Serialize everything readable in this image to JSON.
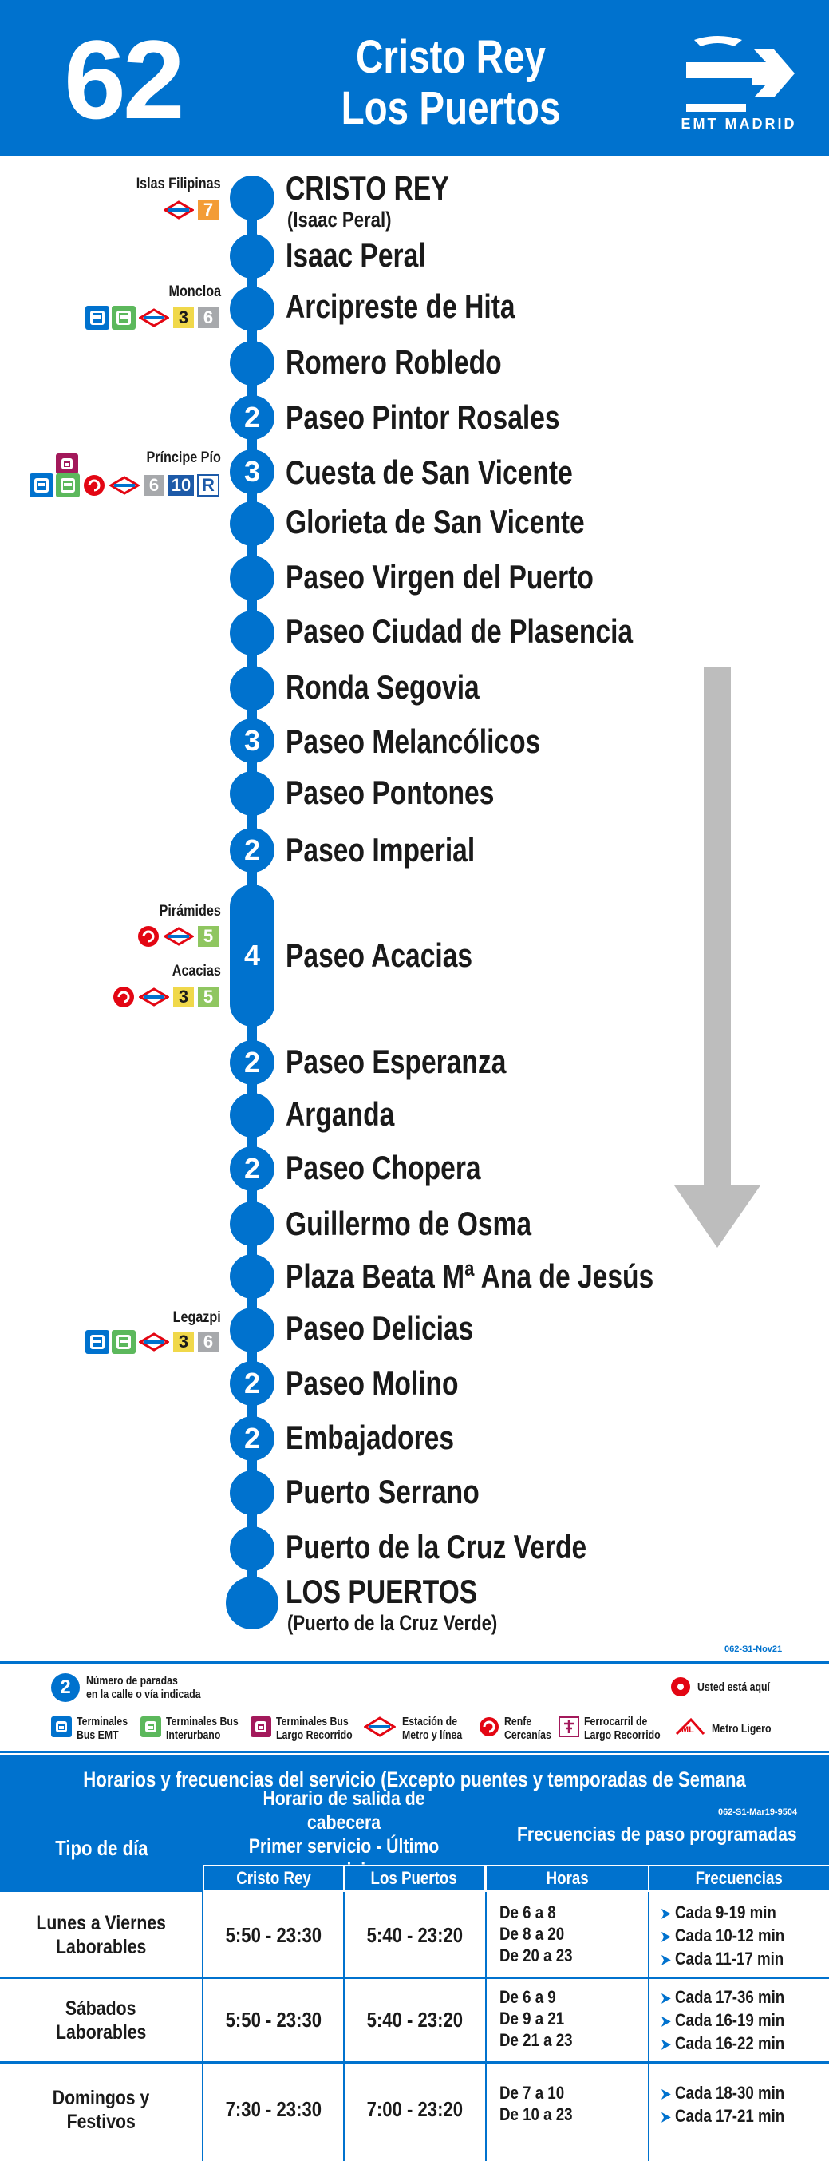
{
  "header": {
    "line_number": "62",
    "destination_1": "Cristo Rey",
    "destination_2": "Los Puertos",
    "logo_text": "EMT MADRID"
  },
  "stops": [
    {
      "name": "CRISTO REY",
      "sub": "(Isaac Peral)",
      "count": ""
    },
    {
      "name": "Isaac Peral",
      "count": ""
    },
    {
      "name": "Arcipreste de Hita",
      "count": ""
    },
    {
      "name": "Romero Robledo",
      "count": ""
    },
    {
      "name": "Paseo Pintor Rosales",
      "count": "2"
    },
    {
      "name": "Cuesta de San Vicente",
      "count": "3"
    },
    {
      "name": "Glorieta de San Vicente",
      "count": ""
    },
    {
      "name": "Paseo Virgen del Puerto",
      "count": ""
    },
    {
      "name": "Paseo Ciudad de Plasencia",
      "count": ""
    },
    {
      "name": "Ronda Segovia",
      "count": ""
    },
    {
      "name": "Paseo Melancólicos",
      "count": "3"
    },
    {
      "name": "Paseo Pontones",
      "count": ""
    },
    {
      "name": "Paseo Imperial",
      "count": "2"
    },
    {
      "name": "Paseo Acacias",
      "count": "4"
    },
    {
      "name": "Paseo Esperanza",
      "count": "2"
    },
    {
      "name": "Arganda",
      "count": ""
    },
    {
      "name": "Paseo Chopera",
      "count": "2"
    },
    {
      "name": "Guillermo de Osma",
      "count": ""
    },
    {
      "name": "Plaza Beata Mª Ana de Jesús",
      "count": ""
    },
    {
      "name": "Paseo Delicias",
      "count": ""
    },
    {
      "name": "Paseo Molino",
      "count": "2"
    },
    {
      "name": "Embajadores",
      "count": "2"
    },
    {
      "name": "Puerto Serrano",
      "count": ""
    },
    {
      "name": "Puerto de la Cruz Verde",
      "count": ""
    },
    {
      "name": "LOS PUERTOS",
      "sub": "(Puerto de la Cruz Verde)",
      "count": ""
    }
  ],
  "connections": {
    "islas_filipinas": {
      "label": "Islas Filipinas",
      "lines": [
        "7"
      ]
    },
    "moncloa": {
      "label": "Moncloa",
      "lines": [
        "3",
        "6"
      ]
    },
    "principe_pio": {
      "label": "Príncipe Pío",
      "lines": [
        "6",
        "10",
        "R"
      ]
    },
    "piramides": {
      "label": "Pirámides",
      "lines": [
        "5"
      ]
    },
    "acacias": {
      "label": "Acacias",
      "lines": [
        "3",
        "5"
      ]
    },
    "legazpi": {
      "label": "Legazpi",
      "lines": [
        "3",
        "6"
      ]
    }
  },
  "line_colors": {
    "7": "#f39c36",
    "3": "#f0d84a",
    "6": "#a7a9ac",
    "5": "#8fc660",
    "10": "#1d5aa8",
    "R": "#ffffff"
  },
  "codes": {
    "route_code": "062-S1-Nov21",
    "schedule_code": "062-S1-Mar19-9504"
  },
  "legend": {
    "stops_count_number": "2",
    "stops_count_text_1": "Número de paradas",
    "stops_count_text_2": "en la calle o vía indicada",
    "you_are_here": "Usted está aquí",
    "items": [
      {
        "l1": "Terminales",
        "l2": "Bus EMT"
      },
      {
        "l1": "Terminales Bus",
        "l2": "Interurbano"
      },
      {
        "l1": "Terminales Bus",
        "l2": "Largo Recorrido"
      },
      {
        "l1": "Estación de",
        "l2": "Metro y línea"
      },
      {
        "l1": "Renfe",
        "l2": "Cercanías"
      },
      {
        "l1": "Ferrocarril de",
        "l2": "Largo Recorrido"
      },
      {
        "l1": "Metro Ligero",
        "l2": ""
      }
    ]
  },
  "schedule": {
    "title": "Horarios y frecuencias del servicio (Excepto puentes y temporadas de Semana Santa y Verano)",
    "col_day_type": "Tipo de día",
    "col_departure_1": "Horario de salida de cabecera",
    "col_departure_2": "Primer servicio - Último servicio",
    "col_freq": "Frecuencias de paso programadas",
    "sub_cristo_rey": "Cristo Rey",
    "sub_los_puertos": "Los Puertos",
    "sub_horas": "Horas",
    "sub_frecuencias": "Frecuencias",
    "rows": [
      {
        "day_1": "Lunes a Viernes",
        "day_2": "Laborables",
        "cristo_rey": "5:50 - 23:30",
        "los_puertos": "5:40 - 23:20",
        "hours": [
          "De 6 a 8",
          "De 8 a 20",
          "De 20 a 23"
        ],
        "freqs": [
          "Cada 9-19 min",
          "Cada 10-12 min",
          "Cada 11-17  min"
        ]
      },
      {
        "day_1": "Sábados",
        "day_2": "Laborables",
        "cristo_rey": "5:50 - 23:30",
        "los_puertos": "5:40 - 23:20",
        "hours": [
          "De 6 a 9",
          "De 9 a 21",
          "De 21 a 23"
        ],
        "freqs": [
          "Cada 17-36 min",
          "Cada 16-19 min",
          "Cada 16-22 min"
        ]
      },
      {
        "day_1": "Domingos y",
        "day_2": "Festivos",
        "cristo_rey": "7:30 - 23:30",
        "los_puertos": "7:00 - 23:20",
        "hours": [
          "De 7 a 10",
          "De 10 a 23"
        ],
        "freqs": [
          "Cada 18-30 min",
          "Cada 17-21 min"
        ]
      }
    ]
  }
}
